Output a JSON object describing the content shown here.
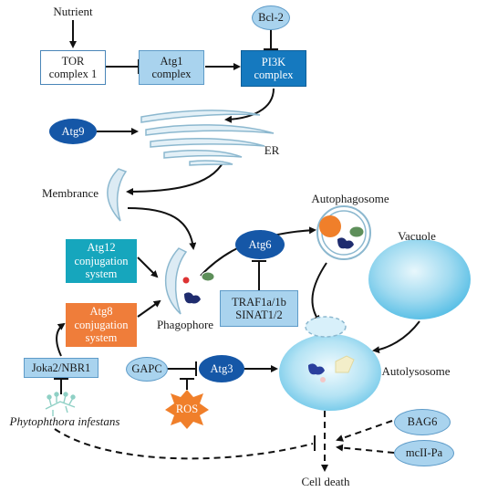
{
  "nodes": {
    "nutrient": "Nutrient",
    "tor": "TOR complex 1",
    "atg1": "Atg1 complex",
    "pi3k": "PI3K complex",
    "bcl2": "Bcl-2",
    "atg9": "Atg9",
    "er": "ER",
    "membrance": "Membrance",
    "autophagosome": "Autophagosome",
    "vacuole": "Vacuole",
    "atg6": "Atg6",
    "atg12": "Atg12 conjugation system",
    "atg8": "Atg8 conjugation system",
    "phagophore": "Phagophore",
    "traf": "TRAF1a/1b SINAT1/2",
    "joka": "Joka2/NBR1",
    "gapc": "GAPC",
    "atg3": "Atg3",
    "ros": "ROS",
    "autolysosome": "Autolysosome",
    "phytophthora": "Phytophthora infestans",
    "bag6": "BAG6",
    "mcii": "mcII-Pa",
    "cell_death": "Cell death"
  },
  "colors": {
    "light_blue": "#a9d3ee",
    "dark_blue": "#1579bf",
    "teal": "#16a6bd",
    "orange": "#ef7d3a",
    "navy": "#1557a7"
  }
}
